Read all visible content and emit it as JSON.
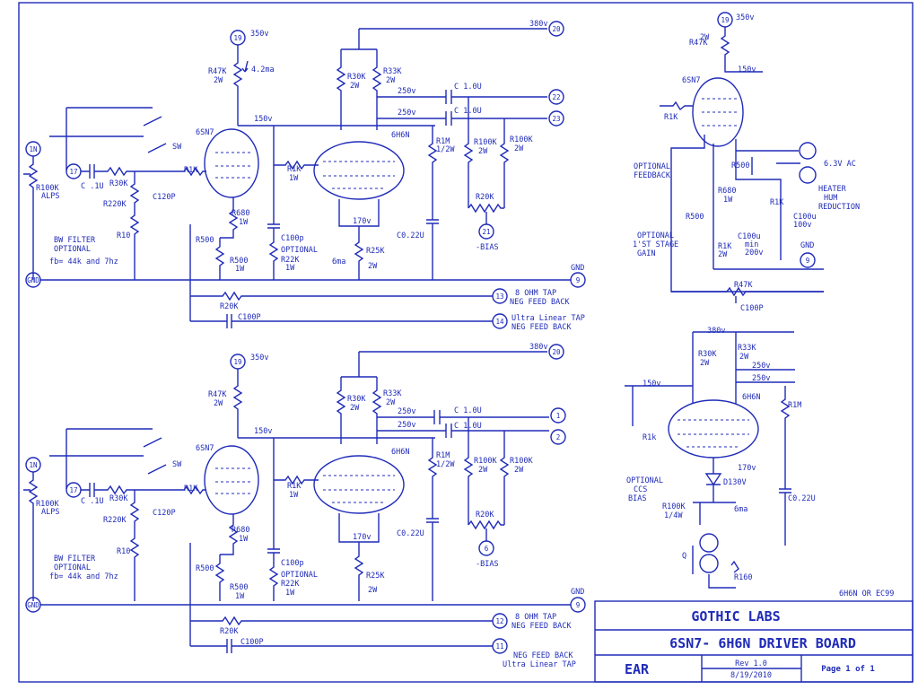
{
  "title_block": {
    "company": "GOTHIC LABS",
    "board": "6SN7- 6H6N DRIVER BOARD",
    "project": "EAR",
    "rev": "Rev 1.0",
    "date": "8/19/2010",
    "page": "Page 1 of 1",
    "tube_note": "6H6N OR EC99"
  },
  "upper": {
    "n19": "19",
    "v350": "350v",
    "r47k": "R47K",
    "w2": "2W",
    "ma42": "4.2ma",
    "n20": "20",
    "v380": "380v",
    "r30k": "R30K",
    "r33k": "R33K",
    "v250a": "250v",
    "v250b": "250v",
    "c1a": "C 1.0U",
    "c1b": "C 1.0U",
    "n22": "22",
    "n23": "23",
    "v150": "150v",
    "t6sn7": "6SN7",
    "t6h6n": "6H6N",
    "n1n": "1N",
    "r100k": "R100K",
    "alps": "ALPS",
    "n17": "17",
    "c1u": "C .1U",
    "r30k2": "R30K",
    "r220k": "R220K",
    "c120p": "C120P",
    "sw": "SW",
    "r1k": "R1K",
    "r1k2": "R1K",
    "w1": "1W",
    "r1m": "R1M",
    "w12": "1/2W",
    "r100kb": "R100K",
    "r100kc": "R100K",
    "r20k": "R20K",
    "n21": "21",
    "bias": "-BIAS",
    "r680": "R680",
    "r500a": "R500",
    "r500b": "R500",
    "c100p": "C100p",
    "optional": "OPTIONAL",
    "r22k": "R22K",
    "v170": "170v",
    "ma6": "6ma",
    "r25k": "R25K",
    "c022": "C0.22U",
    "r10": "R10",
    "bw1": "BW FILTER",
    "bw2": "OPTIONAL",
    "bw3": "fb= 44k and 7hz",
    "gnd": "GND",
    "gndn": "GND",
    "n9": "9",
    "r20kfb": "R20K",
    "n13": "13",
    "fb13a": "8 OHM TAP",
    "fb13b": "NEG FEED BACK",
    "c100pfb": "C100P",
    "n14": "14",
    "fb14a": "Ultra Linear TAP",
    "fb14b": "NEG FEED BACK"
  },
  "lower": {
    "n19": "19",
    "v350": "350v",
    "r47k": "R47K",
    "w2": "2W",
    "n20": "20",
    "v380": "380v",
    "r30k": "R30K",
    "r33k": "R33K",
    "v250a": "250v",
    "v250b": "250v",
    "c1a": "C 1.0U",
    "c1b": "C 1.0U",
    "n1": "1",
    "n2": "2",
    "v150": "150v",
    "t6sn7": "6SN7",
    "t6h6n": "6H6N",
    "n1n": "1N",
    "r100k": "R100K",
    "alps": "ALPS",
    "n17": "17",
    "c1u": "C .1U",
    "r30k2": "R30K",
    "r220k": "R220K",
    "c120p": "C120P",
    "sw": "SW",
    "r1k": "R1K",
    "r1k2": "R1K",
    "w1": "1W",
    "r1m": "R1M",
    "w12": "1/2W",
    "r100kb": "R100K",
    "r100kc": "R100K",
    "r20k": "R20K",
    "n6": "6",
    "bias": "-BIAS",
    "r680": "R680",
    "r500a": "R500",
    "r500b": "R500",
    "c100p": "C100p",
    "optional": "OPTIONAL",
    "r22k": "R22K",
    "v170": "170v",
    "r25k": "R25K",
    "c022": "C0.22U",
    "r10": "R10",
    "bw1": "BW FILTER",
    "bw2": "OPTIONAL",
    "bw3": "fb= 44k and 7hz",
    "gnd": "GND",
    "gndn": "GND",
    "n9": "9",
    "r20kfb": "R20K",
    "n12": "12",
    "fb12a": "8 OHM TAP",
    "fb12b": "NEG FEED BACK",
    "c100pfb": "C100P",
    "n11": "11",
    "fb11a": "NEG FEED BACK",
    "fb11b": "Ultra Linear TAP"
  },
  "hum": {
    "n19": "19",
    "v350": "350v",
    "r47k": "R47K",
    "w2": "2W",
    "v150": "150v",
    "t6sn7": "6SN7",
    "r1k": "R1K",
    "opt1": "OPTIONAL",
    "opt2": "FEEDBACK",
    "r500": "R500",
    "ac": "6.3V AC",
    "h1": "HEATER",
    "h2": "HUM",
    "h3": "REDUCTION",
    "r680": "R680",
    "w1": "1W",
    "r500b": "R500",
    "c100u": "C100u",
    "min": "min",
    "v200": "200v",
    "r1k2": "R1K",
    "w2b": "2W",
    "r1k3": "R1K",
    "c100u2": "C100u",
    "v100": "100v",
    "g1": "OPTIONAL",
    "g2": "1'ST STAGE",
    "g3": "GAIN",
    "gnd": "GND",
    "n9": "9",
    "r47k2": "R47K",
    "c100p": "C100P"
  },
  "ccs": {
    "v380": "380v",
    "r30k": "R30K",
    "r33k": "R33K",
    "w2a": "2W",
    "w2b": "2W",
    "v250a": "250v",
    "v250b": "250v",
    "v150": "150v",
    "t6h6n": "6H6N",
    "r1m": "R1M",
    "r1k": "R1k",
    "o1": "OPTIONAL",
    "o2": "CCS",
    "o3": "BIAS",
    "d": "D130V",
    "v170": "170v",
    "r100k": "R100K",
    "w14": "1/4W",
    "ma6": "6ma",
    "c022": "C0.22U",
    "r160": "R160",
    "q": "Q"
  }
}
